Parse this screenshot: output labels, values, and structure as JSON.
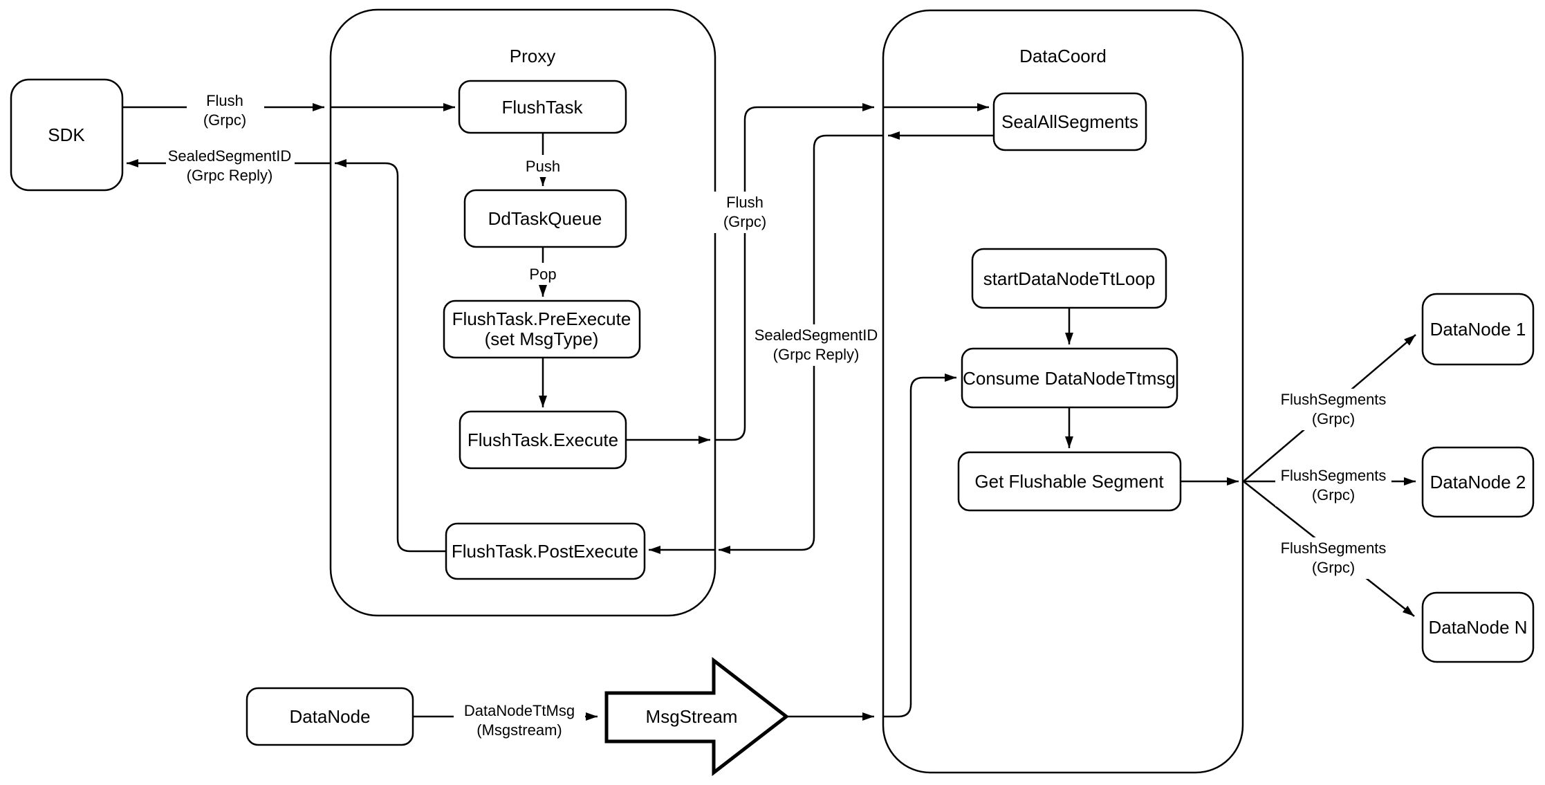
{
  "diagram": {
    "background_color": "#ffffff",
    "stroke_color": "#000000",
    "containers": {
      "proxy": {
        "title": "Proxy"
      },
      "datacoord": {
        "title": "DataCoord"
      }
    },
    "nodes": {
      "sdk": "SDK",
      "flush_task": "FlushTask",
      "dd_task_queue": "DdTaskQueue",
      "pre_execute_line1": "FlushTask.PreExecute",
      "pre_execute_line2": "(set MsgType)",
      "execute": "FlushTask.Execute",
      "post_execute": "FlushTask.PostExecute",
      "seal_all_segments": "SealAllSegments",
      "start_datanode_tt_loop": "startDataNodeTtLoop",
      "consume_datanode_ttmsg": "Consume DataNodeTtmsg",
      "get_flushable_segment": "Get Flushable Segment",
      "datanode_1": "DataNode 1",
      "datanode_2": "DataNode 2",
      "datanode_n": "DataNode N",
      "datanode": "DataNode",
      "msgstream": "MsgStream"
    },
    "edge_labels": {
      "flush_sdk_line1": "Flush",
      "flush_sdk_line2": "(Grpc)",
      "sealed_sdk_line1": "SealedSegmentID",
      "sealed_sdk_line2": "(Grpc Reply)",
      "push": "Push",
      "pop": "Pop",
      "flush_coord_line1": "Flush",
      "flush_coord_line2": "(Grpc)",
      "sealed_coord_line1": "SealedSegmentID",
      "sealed_coord_line2": "(Grpc Reply)",
      "flush_segments": [
        {
          "line1": "FlushSegments",
          "line2": "(Grpc)"
        },
        {
          "line1": "FlushSegments",
          "line2": "(Grpc)"
        },
        {
          "line1": "FlushSegments",
          "line2": "(Grpc)"
        }
      ],
      "datanode_ttmsg_line1": "DataNodeTtMsg",
      "datanode_ttmsg_line2": "(Msgstream)"
    }
  }
}
